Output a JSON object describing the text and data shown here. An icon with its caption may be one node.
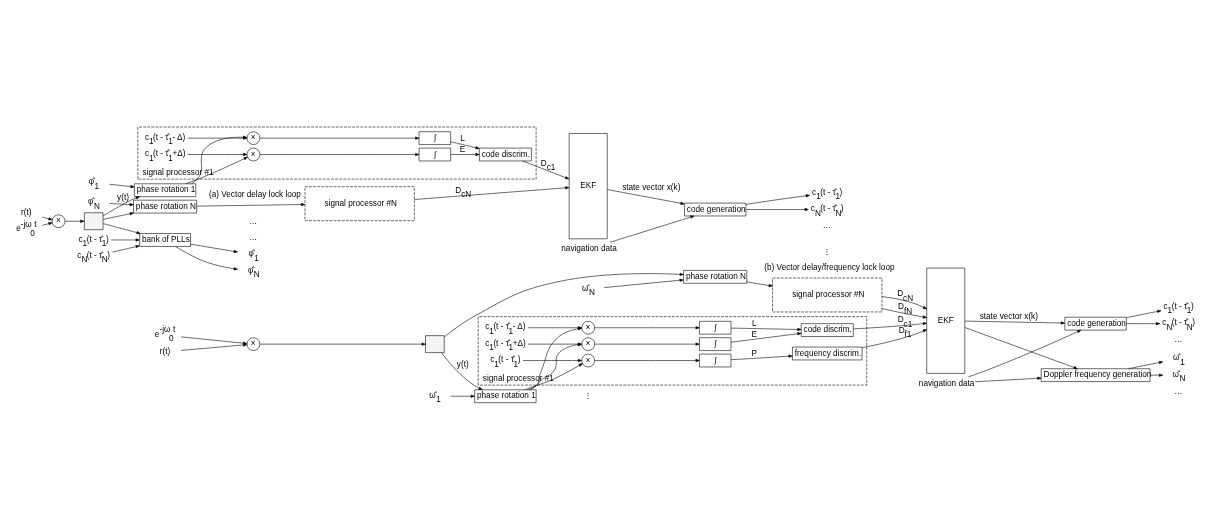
{
  "diagram": {
    "nodes": [
      {
        "text": [
          "r(t)"
        ]
      },
      {
        "text": [
          "e$^{-jω}$$_{0}$$^{t}$"
        ]
      },
      {
        "text": [
          "×"
        ]
      },
      {
        "text": [],
        "shape": "box"
      },
      {
        "text": [
          "φ̂$_{1}$"
        ]
      },
      {
        "text": [
          "phase rotation 1"
        ]
      },
      {
        "text": [
          "signal processor #1"
        ]
      },
      {
        "text": [
          "c$_{1}$(t - τ̂$_{1}$+Δ)"
        ],
        "in": 6
      },
      {
        "text": [
          "×"
        ],
        "in": 6
      },
      {
        "text": [
          "∫"
        ],
        "in": 6
      },
      {
        "text": [
          "c$_{1}$(t - τ̂$_{1}$- Δ)"
        ],
        "in": 6
      },
      {
        "text": [
          "×"
        ],
        "in": 6
      },
      {
        "text": [
          "∫"
        ],
        "in": 6
      },
      {
        "text": [
          "code discrim."
        ],
        "in": 6
      },
      {
        "text": [
          "EKF"
        ]
      },
      {
        "text": [
          "φ̂$_{N}$"
        ]
      },
      {
        "text": [
          "phase rotation N"
        ]
      },
      {
        "text": [
          "signal processor #N"
        ]
      },
      {
        "text": [
          "φ̂$_{1}$"
        ]
      },
      {
        "text": [
          "φ̂$_{N}$"
        ]
      },
      {
        "text": [
          "bank of PLLs"
        ]
      },
      {
        "text": [
          "c$_{1}$(t - τ̂$_{1}$)"
        ]
      },
      {
        "text": [
          "c$_{N}$(t - τ̂$_{N}$)"
        ]
      },
      {
        "text": [
          "c$_{1}$(t - τ̂$_{1}$)"
        ]
      },
      {
        "text": [
          "c$_{N}$(t - τ̂$_{N}$)"
        ]
      },
      {
        "text": [
          "navigation data"
        ]
      },
      {
        "text": [
          "code generation"
        ]
      },
      {
        "text": [
          "r(t)"
        ]
      },
      {
        "text": [
          "e$^{-jω}$$_{0}$$^{t}$"
        ]
      },
      {
        "text": [
          "×"
        ]
      },
      {
        "text": [],
        "shape": "box"
      },
      {
        "text": [
          "ω̂$_{1}$"
        ]
      },
      {
        "text": [
          "phase rotation 1"
        ]
      },
      {
        "text": [
          "ω̂$_{N}$"
        ]
      },
      {
        "text": [
          "phase rotation N"
        ]
      },
      {
        "text": [
          "signal processor #1"
        ]
      },
      {
        "text": [
          "c$_{1}$(t - τ̂$_{1}$+Δ)"
        ],
        "in": 35
      },
      {
        "text": [
          "×"
        ],
        "in": 35
      },
      {
        "text": [
          "∫"
        ],
        "in": 35
      },
      {
        "text": [
          "c$_{1}$(t - τ̂$_{1}$- Δ)"
        ],
        "in": 35
      },
      {
        "text": [
          "×"
        ],
        "in": 35
      },
      {
        "text": [
          "∫"
        ],
        "in": 35
      },
      {
        "text": [
          "code discrim."
        ],
        "in": 35
      },
      {
        "text": [
          "c$_{1}$(t - τ̂$_{1}$)"
        ],
        "in": 35
      },
      {
        "text": [
          "×"
        ],
        "in": 35
      },
      {
        "text": [
          "∫"
        ],
        "in": 35
      },
      {
        "text": [
          "frequency discrim."
        ],
        "in": 35
      },
      {
        "text": [
          "EKF"
        ]
      },
      {
        "text": [
          "signal processor #N"
        ]
      },
      {
        "text": [
          "c$_{1}$(t - τ̂$_{1}$)"
        ]
      },
      {
        "text": [
          "c$_{N}$(t - τ̂$_{N}$)"
        ]
      },
      {
        "text": [
          "code generation"
        ]
      },
      {
        "text": [
          "navigation data"
        ]
      },
      {
        "text": [
          "ω̂$_{1}$"
        ]
      },
      {
        "text": [
          "ω̂$_{N}$"
        ]
      },
      {
        "text": [
          "Doppler frequency generation"
        ]
      }
    ],
    "edges": [
      {
        "from": 0,
        "to": 2,
        "arrow": "to"
      },
      {
        "from": 1,
        "to": 2,
        "arrow": "to"
      },
      {
        "from": 2,
        "to": 3,
        "arrow": "to"
      },
      {
        "from": 3,
        "to": 5,
        "arrow": "to",
        "label": "y(t)"
      },
      {
        "from": 3,
        "to": 16,
        "arrow": "to"
      },
      {
        "from": 3,
        "to": 20,
        "arrow": "to"
      },
      {
        "from": 4,
        "to": 5,
        "arrow": "to"
      },
      {
        "from": 5,
        "to": 8,
        "arrow": "to"
      },
      {
        "from": 5,
        "to": 11,
        "arrow": "to"
      },
      {
        "from": 7,
        "to": 8,
        "arrow": "to"
      },
      {
        "from": 10,
        "to": 11,
        "arrow": "to"
      },
      {
        "from": 8,
        "to": 9,
        "arrow": "to"
      },
      {
        "from": 11,
        "to": 12,
        "arrow": "to"
      },
      {
        "from": 9,
        "to": 13,
        "arrow": "to",
        "label": "E"
      },
      {
        "from": 12,
        "to": 13,
        "arrow": "to",
        "label": "L"
      },
      {
        "from": 13,
        "to": 14,
        "arrow": "to",
        "label": "D$_{c1}$"
      },
      {
        "from": 15,
        "to": 16,
        "arrow": "to"
      },
      {
        "from": 16,
        "to": 17,
        "arrow": "to"
      },
      {
        "from": 17,
        "to": 14,
        "arrow": "to",
        "label": "D$_{cN}$"
      },
      {
        "from": 20,
        "to": 18,
        "arrow": "to"
      },
      {
        "from": 20,
        "to": 19,
        "arrow": "to"
      },
      {
        "from": 21,
        "to": 20,
        "arrow": "to"
      },
      {
        "from": 22,
        "to": 20,
        "arrow": "to"
      },
      {
        "from": 14,
        "to": 26,
        "arrow": "to",
        "label": "state vector x(k)"
      },
      {
        "from": 25,
        "to": 26,
        "arrow": "to"
      },
      {
        "from": 26,
        "to": 23,
        "arrow": "to"
      },
      {
        "from": 26,
        "to": 24,
        "arrow": "to"
      },
      {
        "from": 27,
        "to": 29,
        "arrow": "to"
      },
      {
        "from": 28,
        "to": 29,
        "arrow": "to"
      },
      {
        "from": 29,
        "to": 30,
        "arrow": "to"
      },
      {
        "from": 30,
        "to": 32,
        "arrow": "to",
        "label": "y(t)"
      },
      {
        "from": 30,
        "to": 34,
        "arrow": "to"
      },
      {
        "from": 31,
        "to": 32,
        "arrow": "to"
      },
      {
        "from": 33,
        "to": 34,
        "arrow": "to"
      },
      {
        "from": 32,
        "to": 37,
        "arrow": "to"
      },
      {
        "from": 32,
        "to": 40,
        "arrow": "to"
      },
      {
        "from": 32,
        "to": 44,
        "arrow": "to"
      },
      {
        "from": 36,
        "to": 37,
        "arrow": "to"
      },
      {
        "from": 39,
        "to": 40,
        "arrow": "to"
      },
      {
        "from": 43,
        "to": 44,
        "arrow": "to"
      },
      {
        "from": 37,
        "to": 38,
        "arrow": "to"
      },
      {
        "from": 40,
        "to": 41,
        "arrow": "to"
      },
      {
        "from": 44,
        "to": 45,
        "arrow": "to"
      },
      {
        "from": 38,
        "to": 42,
        "arrow": "to",
        "label": "E"
      },
      {
        "from": 41,
        "to": 42,
        "arrow": "to",
        "label": "L"
      },
      {
        "from": 45,
        "to": 46,
        "arrow": "to",
        "label": "P"
      },
      {
        "from": 42,
        "to": 47,
        "arrow": "to",
        "label": "D$_{c1}$"
      },
      {
        "from": 46,
        "to": 47,
        "arrow": "to",
        "label": "D$_{f1}$"
      },
      {
        "from": 34,
        "to": 48,
        "arrow": "to"
      },
      {
        "from": 48,
        "to": 47,
        "arrow": "to",
        "label": "D$_{cN}$"
      },
      {
        "from": 48,
        "to": 47,
        "arrow": "to",
        "label": "D$_{fN}$"
      },
      {
        "from": 47,
        "to": 51,
        "arrow": "to",
        "label": "state vector x(k)"
      },
      {
        "from": 47,
        "to": 55,
        "arrow": "to"
      },
      {
        "from": 52,
        "to": 51,
        "arrow": "to"
      },
      {
        "from": 52,
        "to": 55,
        "arrow": "to"
      },
      {
        "from": 51,
        "to": 49,
        "arrow": "to"
      },
      {
        "from": 51,
        "to": 50,
        "arrow": "to"
      },
      {
        "from": 55,
        "to": 53,
        "arrow": "to"
      },
      {
        "from": 55,
        "to": 54,
        "arrow": "to"
      }
    ],
    "labels": [
      "…",
      "…",
      "…",
      "(a) Vector delay lock loop",
      "⋮",
      "⋮",
      "…",
      "…",
      "(b) Vector delay/frequency lock loop"
    ]
  }
}
